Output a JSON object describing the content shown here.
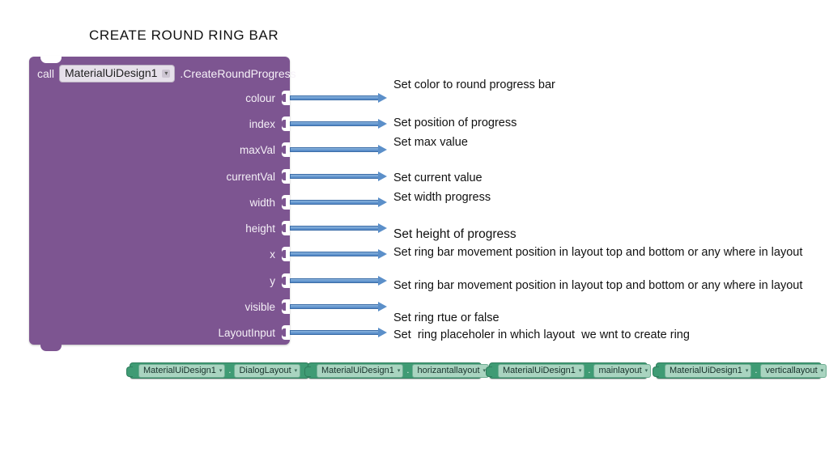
{
  "page": {
    "title": "CREATE ROUND RING BAR",
    "background": "#ffffff"
  },
  "colors": {
    "block_purple": "#7d5591",
    "block_green": "#3f9b74",
    "green_field": "#a9d4c0",
    "arrow_blue": "#5b8fc9",
    "text_dark": "#111111",
    "text_light": "#f4eff6"
  },
  "call_block": {
    "keyword": "call",
    "component": "MaterialUiDesign1",
    "component_caret": "▾",
    "method": ".CreateRoundProgress",
    "parameters": [
      {
        "label": "colour",
        "annotation": "Set color to round progress bar"
      },
      {
        "label": "index",
        "annotation": "Set position of progress"
      },
      {
        "label": "maxVal",
        "annotation": "Set max value"
      },
      {
        "label": "currentVal",
        "annotation": "Set current value"
      },
      {
        "label": "width",
        "annotation": "Set width progress"
      },
      {
        "label": "height",
        "annotation": "Set height of progress"
      },
      {
        "label": "x",
        "annotation": "Set ring bar movement position in layout top and bottom or any where in layout"
      },
      {
        "label": "y",
        "annotation": "Set ring bar movement position in layout top and bottom or any where in layout"
      },
      {
        "label": "visible",
        "annotation": "Set ring rtue or false"
      },
      {
        "label": "LayoutInput",
        "annotation": "Set  ring placeholer in which layout  we wnt to create ring"
      }
    ]
  },
  "layout_blocks": [
    {
      "component": "MaterialUiDesign1",
      "dot": ".",
      "property": "DialogLayout",
      "caret": "▾"
    },
    {
      "component": "MaterialUiDesign1",
      "dot": ".",
      "property": "horizantallayout",
      "caret": "▾"
    },
    {
      "component": "MaterialUiDesign1",
      "dot": ".",
      "property": "mainlayout",
      "caret": "▾"
    },
    {
      "component": "MaterialUiDesign1",
      "dot": ".",
      "property": "verticallayout",
      "caret": "▾"
    }
  ]
}
